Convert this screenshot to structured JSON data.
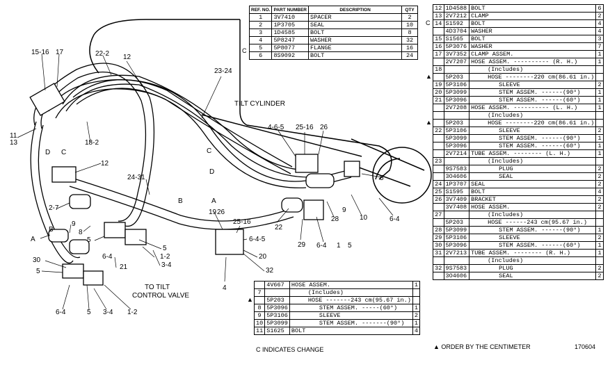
{
  "top_table": {
    "headers": [
      "REF. NO.",
      "PART NUMBER",
      "DESCRIPTION",
      "QTY"
    ],
    "change_mark": "C",
    "rows": [
      {
        "ref": "1",
        "part": "3V7410",
        "desc": "SPACER",
        "qty": "2"
      },
      {
        "ref": "2",
        "part": "1P3705",
        "desc": "SEAL",
        "qty": "10"
      },
      {
        "ref": "3",
        "part": "1D4585",
        "desc": "BOLT",
        "qty": "8"
      },
      {
        "ref": "4",
        "part": "5P8247",
        "desc": "WASHER",
        "qty": "32"
      },
      {
        "ref": "5",
        "part": "5P8077",
        "desc": "FLANGE",
        "qty": "16"
      },
      {
        "ref": "6",
        "part": "8S9092",
        "desc": "BOLT",
        "qty": "24"
      }
    ]
  },
  "right_table": {
    "rows": [
      {
        "ref": "12",
        "part": "1D4588",
        "desc": "BOLT",
        "qty": "6",
        "ind": 0
      },
      {
        "ref": "13",
        "part": "2V7212",
        "desc": "CLAMP",
        "qty": "2",
        "ind": 0
      },
      {
        "ref": "14",
        "part": "S1592",
        "desc": "BOLT",
        "qty": "4",
        "ind": 0,
        "mark": "C"
      },
      {
        "ref": "",
        "part": "4D3704",
        "desc": "WASHER",
        "qty": "4",
        "ind": 0
      },
      {
        "ref": "15",
        "part": "S1565",
        "desc": "BOLT",
        "qty": "3",
        "ind": 0
      },
      {
        "ref": "16",
        "part": "5P3076",
        "desc": "WASHER",
        "qty": "7",
        "ind": 0
      },
      {
        "ref": "17",
        "part": "3V7352",
        "desc": "CLAMP ASSEM.",
        "qty": "1",
        "ind": 0
      },
      {
        "ref": "",
        "part": "2V7207",
        "desc": "HOSE ASSEM. ---------- (R. H.)",
        "qty": "1",
        "ind": 0
      },
      {
        "ref": "18",
        "part": "",
        "desc": "(Includes)",
        "qty": "",
        "ind": 1
      },
      {
        "ref": "",
        "part": "5P203",
        "desc": "HOSE --------220 cm(86.61 in.)",
        "qty": "",
        "ind": 1,
        "mark": "▲"
      },
      {
        "ref": "19",
        "part": "5P3106",
        "desc": "SLEEVE",
        "qty": "2",
        "ind": 2
      },
      {
        "ref": "20",
        "part": "5P3099",
        "desc": "STEM ASSEM. ------(90°)",
        "qty": "1",
        "ind": 2
      },
      {
        "ref": "21",
        "part": "5P3096",
        "desc": "STEM ASSEM. ------(60°)",
        "qty": "1",
        "ind": 2
      },
      {
        "ref": "",
        "part": "2V7208",
        "desc": "HOSE ASSEM. ---------- (L. H.)",
        "qty": "1",
        "ind": 0
      },
      {
        "ref": "",
        "part": "",
        "desc": "(Includes)",
        "qty": "",
        "ind": 1
      },
      {
        "ref": "",
        "part": "5P203",
        "desc": "HOSE --------220 cm(86.61 in.)",
        "qty": "",
        "ind": 1,
        "mark": "▲"
      },
      {
        "ref": "22",
        "part": "5P3106",
        "desc": "SLEEVE",
        "qty": "2",
        "ind": 2
      },
      {
        "ref": "",
        "part": "5P3099",
        "desc": "STEM ASSEM. ------(90°)",
        "qty": "1",
        "ind": 2
      },
      {
        "ref": "",
        "part": "5P3096",
        "desc": "STEM ASSEM. ------(60°)",
        "qty": "1",
        "ind": 2
      },
      {
        "ref": "",
        "part": "2V7214",
        "desc": "TUBE ASSEM. -------- (L. H.)",
        "qty": "1",
        "ind": 0
      },
      {
        "ref": "23",
        "part": "",
        "desc": "(Includes)",
        "qty": "",
        "ind": 1
      },
      {
        "ref": "",
        "part": "9S7583",
        "desc": "PLUG",
        "qty": "2",
        "ind": 2
      },
      {
        "ref": "",
        "part": "3O4606",
        "desc": "SEAL",
        "qty": "2",
        "ind": 2
      },
      {
        "ref": "24",
        "part": "1P3707",
        "desc": "SEAL",
        "qty": "2",
        "ind": 0
      },
      {
        "ref": "25",
        "part": "S1595",
        "desc": "BOLT",
        "qty": "4",
        "ind": 0
      },
      {
        "ref": "26",
        "part": "3V7409",
        "desc": "BRACKET",
        "qty": "2",
        "ind": 0
      },
      {
        "ref": "",
        "part": "3V7408",
        "desc": "HOSE ASSEM.",
        "qty": "2",
        "ind": 0
      },
      {
        "ref": "27",
        "part": "",
        "desc": "(Includes)",
        "qty": "",
        "ind": 1
      },
      {
        "ref": "",
        "part": "5P203",
        "desc": "HOSE ------243 cm(95.67 in.)",
        "qty": "",
        "ind": 1
      },
      {
        "ref": "28",
        "part": "5P3099",
        "desc": "STEM ASSEM. ------(90°)",
        "qty": "1",
        "ind": 2
      },
      {
        "ref": "29",
        "part": "5P3106",
        "desc": "SLEEVE",
        "qty": "2",
        "ind": 2
      },
      {
        "ref": "30",
        "part": "5P3096",
        "desc": "STEM ASSEM. ------(60°)",
        "qty": "1",
        "ind": 2
      },
      {
        "ref": "31",
        "part": "2V7213",
        "desc": "TUBE ASSEM. -------- (R. H.)",
        "qty": "1",
        "ind": 0
      },
      {
        "ref": "",
        "part": "",
        "desc": "(Includes)",
        "qty": "",
        "ind": 1
      },
      {
        "ref": "32",
        "part": "9S7583",
        "desc": "PLUG",
        "qty": "2",
        "ind": 2
      },
      {
        "ref": "",
        "part": "3O4606",
        "desc": "SEAL",
        "qty": "2",
        "ind": 2
      }
    ]
  },
  "bottom_table": {
    "rows": [
      {
        "ref": "",
        "part": "4V667",
        "desc": "HOSE ASSEM.",
        "qty": "1",
        "ind": 0
      },
      {
        "ref": "7",
        "part": "",
        "desc": "(Includes)",
        "qty": "",
        "ind": 1
      },
      {
        "ref": "",
        "part": "5P203",
        "desc": "HOSE -------243 cm(95.67 in.)",
        "qty": "",
        "ind": 1,
        "mark": "▲"
      },
      {
        "ref": "8",
        "part": "5P3096",
        "desc": "STEM ASSEM. -----(60°)",
        "qty": "1",
        "ind": 2
      },
      {
        "ref": "9",
        "part": "5P3106",
        "desc": "SLEEVE",
        "qty": "2",
        "ind": 2
      },
      {
        "ref": "10",
        "part": "5P3099",
        "desc": "STEM ASSEM. -------(90°)",
        "qty": "1",
        "ind": 2
      },
      {
        "ref": "11",
        "part": "S1625",
        "desc": "BOLT",
        "qty": "4",
        "ind": 0
      }
    ]
  },
  "drawing_labels": {
    "tilt_cylinder": "TILT CYLINDER",
    "to_tilt": "TO TILT",
    "control_valve": "CONTROL VALVE",
    "callouts": [
      "15-16",
      "17",
      "22-2",
      "12",
      "23-24",
      "11",
      "13",
      "18-2",
      "D",
      "C",
      "12",
      "24-31",
      "2-7",
      "9",
      "8",
      "5",
      "A",
      "B",
      "6-4",
      "21",
      "30",
      "5",
      "6-4",
      "5",
      "3-4",
      "1-2",
      "5",
      "1-2",
      "3-4",
      "B",
      "A",
      "19",
      "26",
      "25-16",
      "6-4-5",
      "20",
      "32",
      "4",
      "22",
      "29",
      "6-4",
      "1",
      "5",
      "28",
      "9",
      "10",
      "6-4",
      "5",
      "4-6-5",
      "25-16",
      "26",
      "C",
      "D"
    ]
  },
  "footer": {
    "change_note": "C INDICATES CHANGE",
    "order_note": "▲ ORDER BY THE CENTIMETER",
    "code": "170604"
  }
}
